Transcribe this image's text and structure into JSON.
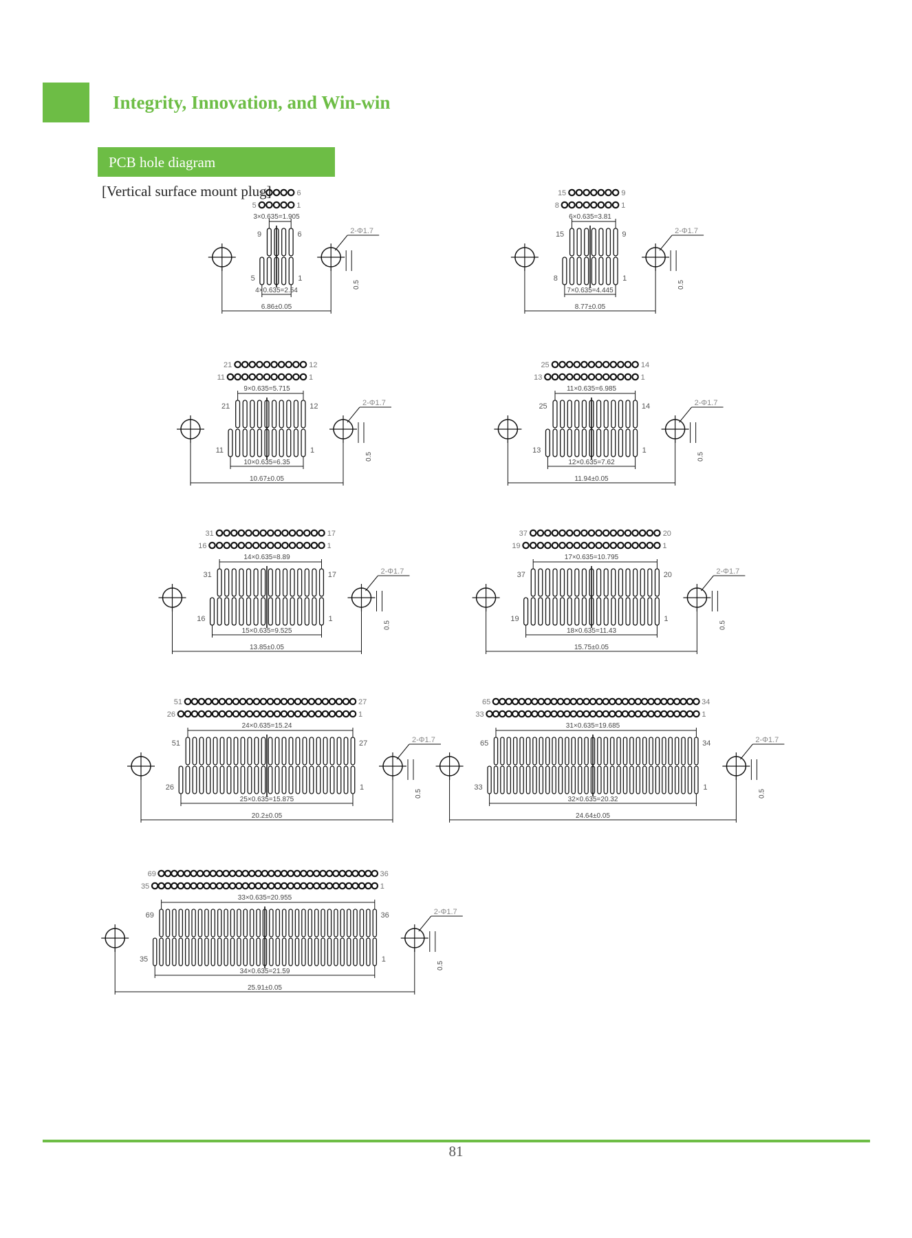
{
  "header": {
    "title": "Integrity, Innovation, and Win-win",
    "accent_color": "#6dbd45"
  },
  "section": {
    "label": "PCB hole diagram",
    "subtitle": "[Vertical surface mount plug]"
  },
  "footer": {
    "page_number": "81"
  },
  "diagrams": [
    {
      "top_row": 4,
      "bottom_row": 5,
      "labels": [
        "9",
        "6",
        "5",
        "1"
      ],
      "pitch_top": "3×0.635=1.905",
      "pitch_bottom": "4×0.635=2.54",
      "width": "6.86±0.05",
      "holes": "2-Φ1.7",
      "offset": "0.5"
    },
    {
      "top_row": 7,
      "bottom_row": 8,
      "labels": [
        "15",
        "9",
        "8",
        "1"
      ],
      "pitch_top": "6×0.635=3.81",
      "pitch_bottom": "7×0.635=4.445",
      "width": "8.77±0.05",
      "holes": "2-Φ1.7",
      "offset": "0.5"
    },
    {
      "top_row": 10,
      "bottom_row": 11,
      "labels": [
        "21",
        "12",
        "11",
        "1"
      ],
      "pitch_top": "9×0.635=5.715",
      "pitch_bottom": "10×0.635=6.35",
      "width": "10.67±0.05",
      "holes": "2-Φ1.7",
      "offset": "0.5"
    },
    {
      "top_row": 12,
      "bottom_row": 13,
      "labels": [
        "25",
        "14",
        "13",
        "1"
      ],
      "pitch_top": "11×0.635=6.985",
      "pitch_bottom": "12×0.635=7.62",
      "width": "11.94±0.05",
      "holes": "2-Φ1.7",
      "offset": "0.5"
    },
    {
      "top_row": 15,
      "bottom_row": 16,
      "labels": [
        "31",
        "17",
        "16",
        "1"
      ],
      "pitch_top": "14×0.635=8.89",
      "pitch_bottom": "15×0.635=9.525",
      "width": "13.85±0.05",
      "holes": "2-Φ1.7",
      "offset": "0.5"
    },
    {
      "top_row": 18,
      "bottom_row": 19,
      "labels": [
        "37",
        "20",
        "19",
        "1"
      ],
      "pitch_top": "17×0.635=10.795",
      "pitch_bottom": "18×0.635=11.43",
      "width": "15.75±0.05",
      "holes": "2-Φ1.7",
      "offset": "0.5"
    },
    {
      "top_row": 25,
      "bottom_row": 26,
      "labels": [
        "51",
        "27",
        "26",
        "1"
      ],
      "pitch_top": "24×0.635=15.24",
      "pitch_bottom": "25×0.635=15.875",
      "width": "20.2±0.05",
      "holes": "2-Φ1.7",
      "offset": "0.5"
    },
    {
      "top_row": 32,
      "bottom_row": 33,
      "labels": [
        "65",
        "34",
        "33",
        "1"
      ],
      "pitch_top": "31×0.635=19.685",
      "pitch_bottom": "32×0.635=20.32",
      "width": "24.64±0.05",
      "holes": "2-Φ1.7",
      "offset": "0.5"
    },
    {
      "top_row": 34,
      "bottom_row": 35,
      "labels": [
        "69",
        "36",
        "35",
        "1"
      ],
      "pitch_top": "33×0.635=20.955",
      "pitch_bottom": "34×0.635=21.59",
      "width": "25.91±0.05",
      "holes": "2-Φ1.7",
      "offset": "0.5"
    }
  ]
}
